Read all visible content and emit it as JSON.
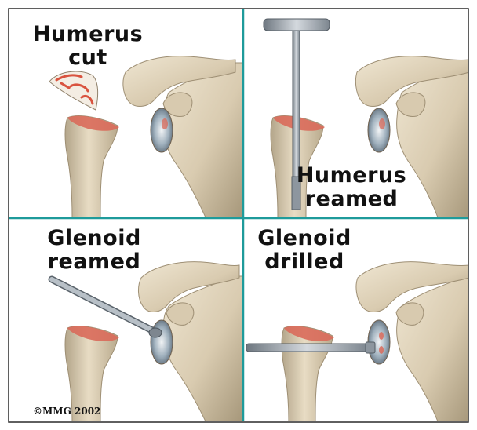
{
  "panels": [
    {
      "caption_lines": [
        "Humerus",
        "cut"
      ]
    },
    {
      "caption_lines": [
        "Humerus",
        "reamed"
      ]
    },
    {
      "caption_lines": [
        "Glenoid",
        "reamed"
      ]
    },
    {
      "caption_lines": [
        "Glenoid",
        "drilled"
      ]
    }
  ],
  "copyright": "©MMG 2002",
  "colors": {
    "divider": "#1e9b9b",
    "bone": "#dccfb6",
    "bone_shadow": "#a99b80",
    "cut_surface": "#d96a5a",
    "metal": "#9aa3ac",
    "frame": "#2a2a2a"
  }
}
